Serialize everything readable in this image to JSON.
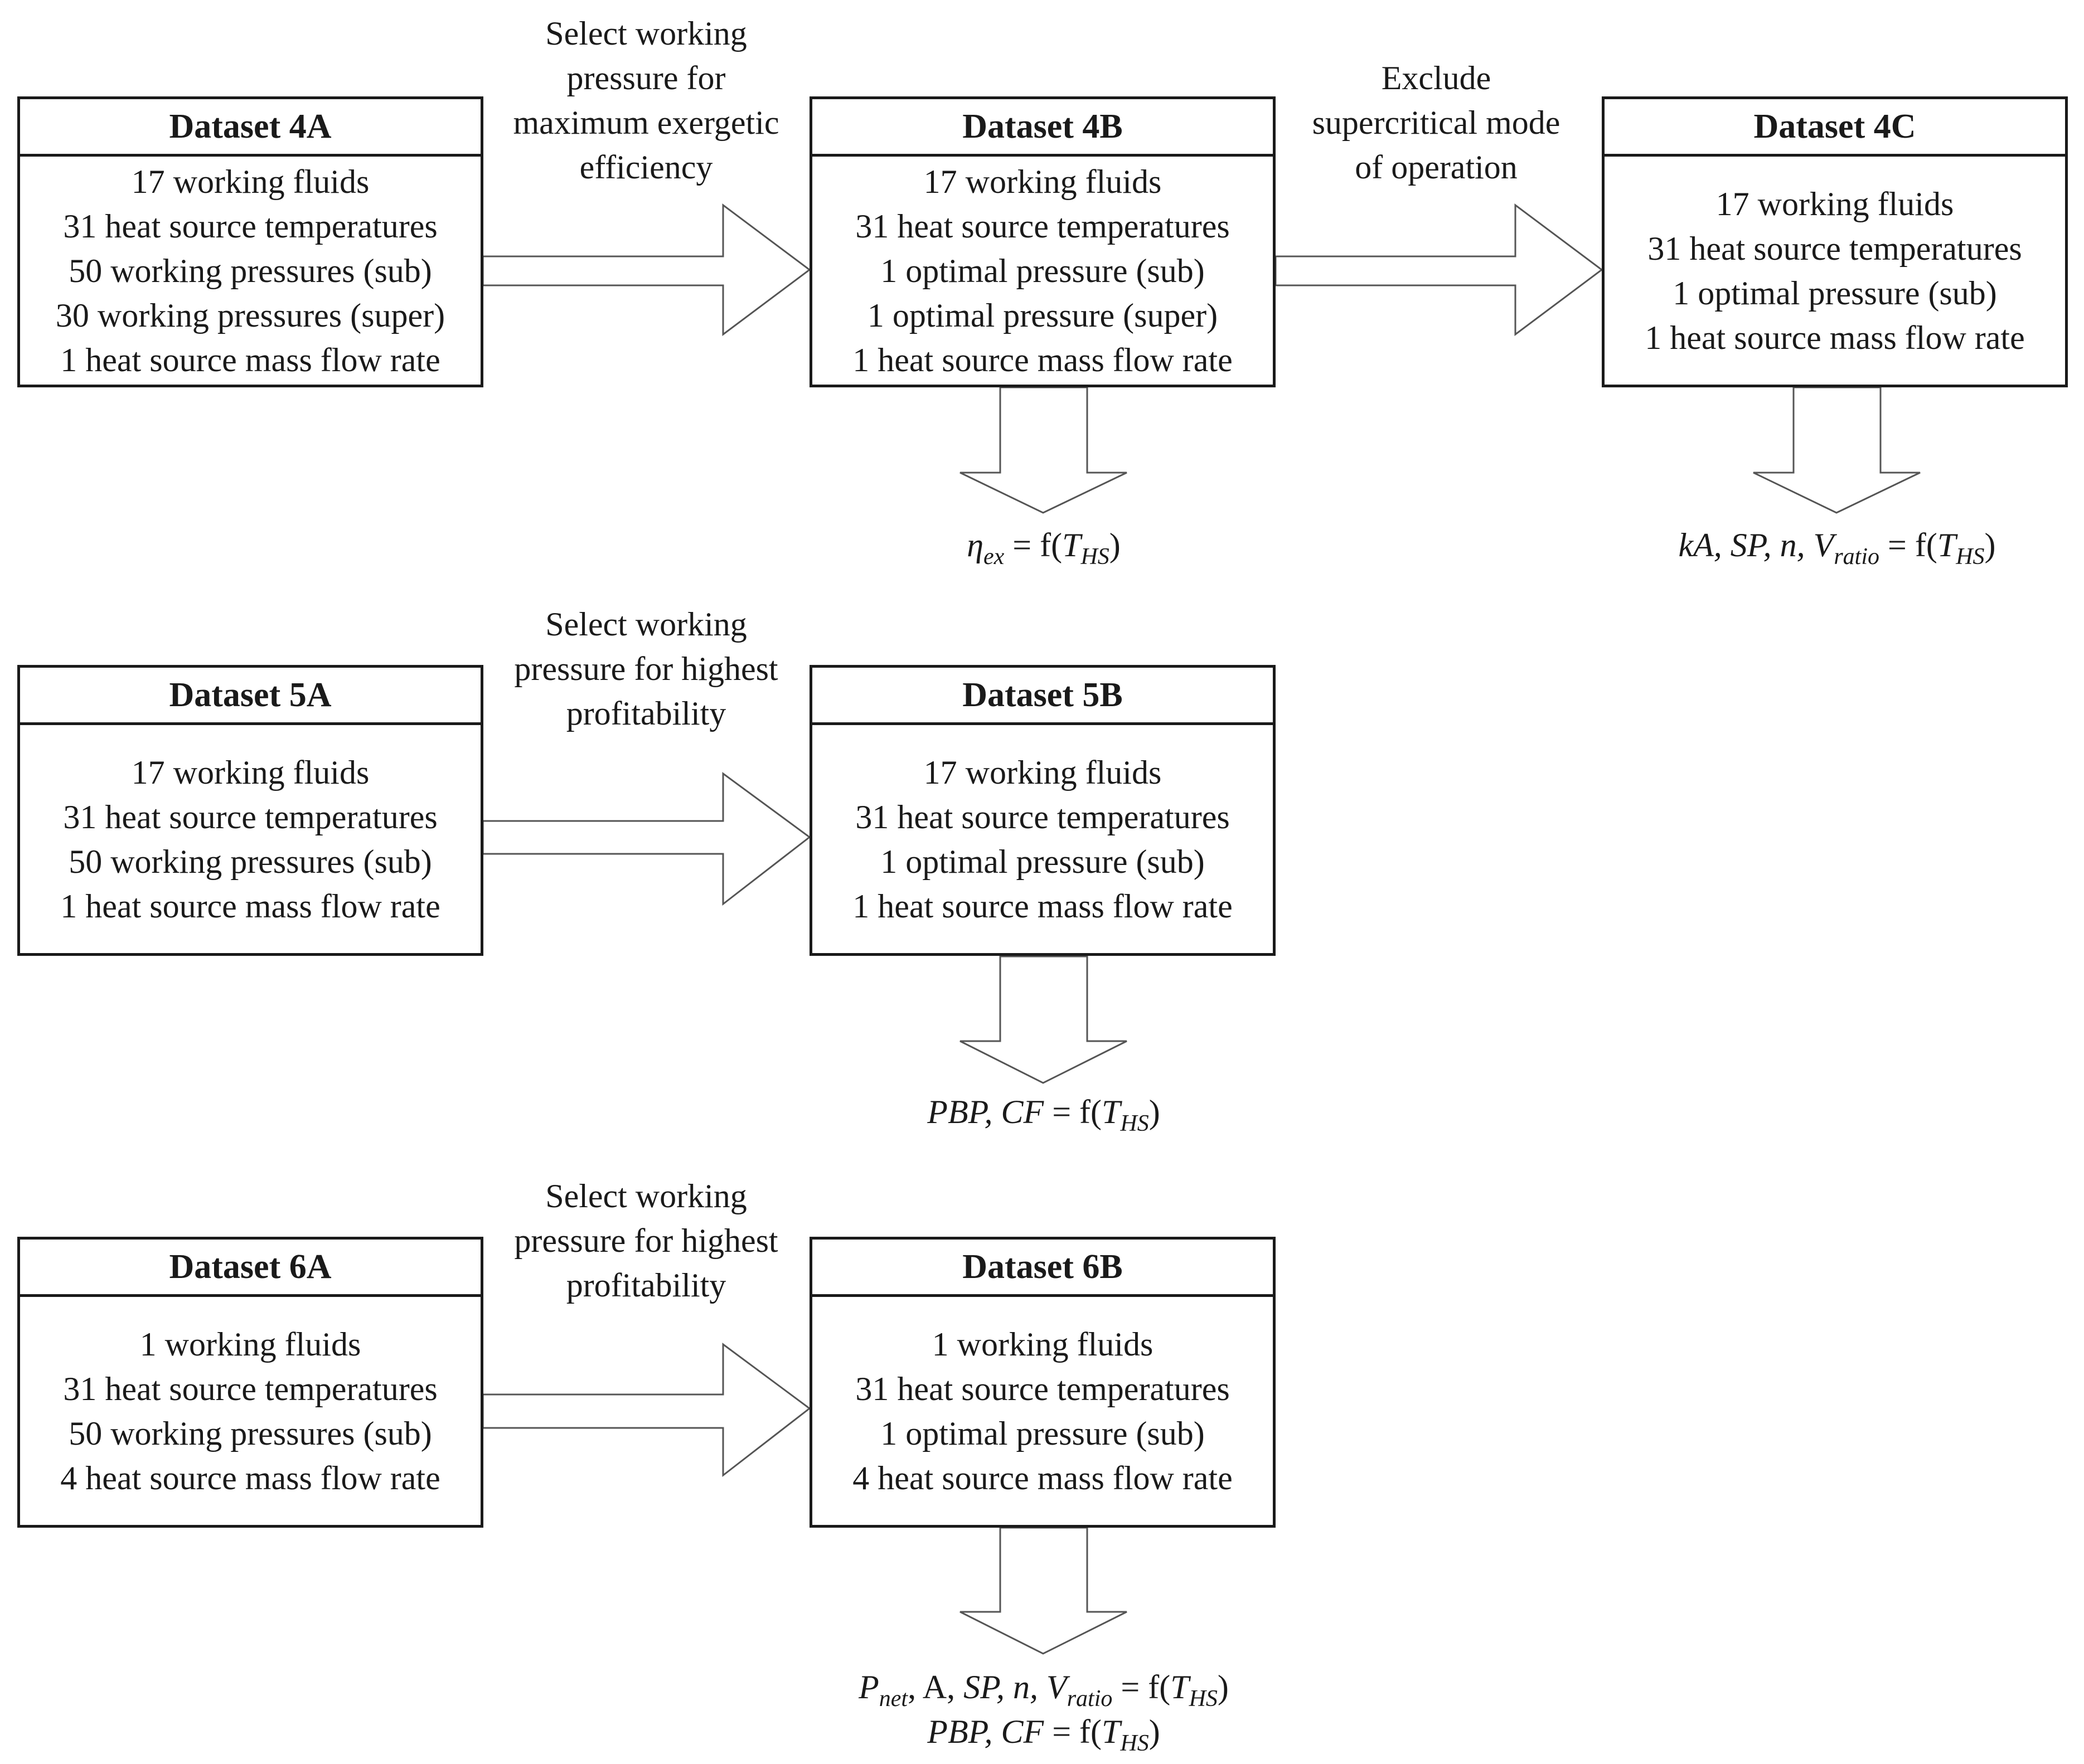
{
  "rows": [
    {
      "boxes": [
        {
          "title": "Dataset 4A",
          "lines": [
            "17 working fluids",
            "31 heat source temperatures",
            "50 working pressures (sub)",
            "30 working pressures (super)",
            "1 heat source mass flow rate"
          ]
        },
        {
          "title": "Dataset 4B",
          "lines": [
            "17 working fluids",
            "31 heat source temperatures",
            "1 optimal pressure (sub)",
            "1 optimal pressure (super)",
            "1 heat source mass flow rate"
          ]
        },
        {
          "title": "Dataset 4C",
          "lines": [
            "17 working fluids",
            "31 heat source temperatures",
            "1 optimal pressure (sub)",
            "1 heat source mass flow rate"
          ]
        }
      ],
      "arrow_labels": [
        [
          "Select working",
          "pressure for",
          "maximum exergetic",
          "efficiency"
        ],
        [
          "Exclude",
          "supercritical mode",
          "of operation"
        ]
      ]
    },
    {
      "boxes": [
        {
          "title": "Dataset 5A",
          "lines": [
            "17 working fluids",
            "31 heat source temperatures",
            "50 working pressures (sub)",
            "1 heat source mass flow rate"
          ]
        },
        {
          "title": "Dataset 5B",
          "lines": [
            "17 working fluids",
            "31 heat source temperatures",
            "1 optimal pressure (sub)",
            "1 heat source mass flow rate"
          ]
        }
      ],
      "arrow_labels": [
        [
          "Select working",
          "pressure for highest",
          "profitability"
        ]
      ]
    },
    {
      "boxes": [
        {
          "title": "Dataset 6A",
          "lines": [
            "1 working fluids",
            "31 heat source temperatures",
            "50 working pressures (sub)",
            "4 heat source mass flow rate"
          ]
        },
        {
          "title": "Dataset 6B",
          "lines": [
            "1 working fluids",
            "31 heat source temperatures",
            "1 optimal pressure (sub)",
            "4 heat source mass flow rate"
          ]
        }
      ],
      "arrow_labels": [
        [
          "Select working",
          "pressure for highest",
          "profitability"
        ]
      ]
    }
  ],
  "results": {
    "r4b": {
      "eta": "η",
      "eta_sub": "ex",
      "eq": " = f(",
      "t": "T",
      "t_sub": "HS",
      "close": ")"
    },
    "r4c": {
      "ka": "kA, SP, n, V",
      "ka_sub": "ratio",
      "eq": " = f(",
      "t": "T",
      "t_sub": "HS",
      "close": ")"
    },
    "r5b": {
      "pbp": "PBP, CF",
      "eq": " = f(",
      "t": "T",
      "t_sub": "HS",
      "close": ")"
    },
    "r6b": {
      "p": "P",
      "p_sub": "net",
      "a": ", A, ",
      "sp": "SP, n, V",
      "v_sub": "ratio",
      "eq": " = f(",
      "t": "T",
      "t_sub": "HS",
      "close": ")",
      "pbp": "PBP, CF",
      "eq2": " = f(",
      "t2": "T",
      "t2_sub": "HS",
      "close2": ")"
    }
  }
}
